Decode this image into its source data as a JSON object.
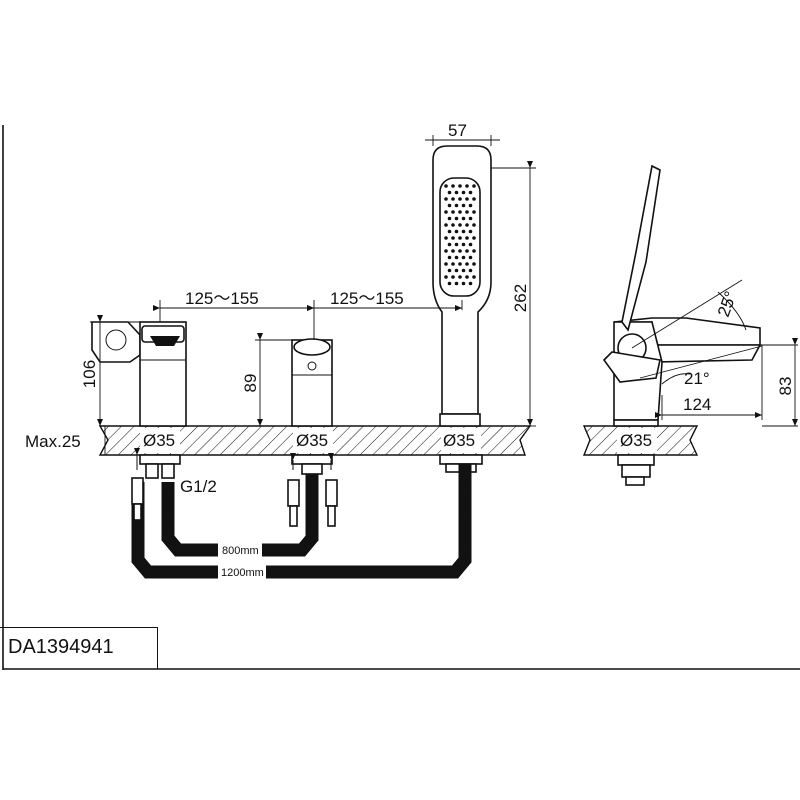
{
  "drawing": {
    "code": "DA1394941",
    "dimensions": {
      "spacing_left": "125～155",
      "spacing_right": "125～155",
      "handshower_width": "57",
      "handshower_height": "262",
      "mixer_height": "106",
      "diverter_height": "89",
      "deck_max": "Max.25",
      "hole_1": "Ø35",
      "hole_2": "Ø35",
      "hole_3": "Ø35",
      "hole_4": "Ø35",
      "thread": "G1/2",
      "hose_1": "800mm",
      "hose_2": "1200mm",
      "lever_angle": "25°",
      "spout_angle": "21°",
      "spout_reach": "124",
      "spout_height": "83"
    }
  }
}
